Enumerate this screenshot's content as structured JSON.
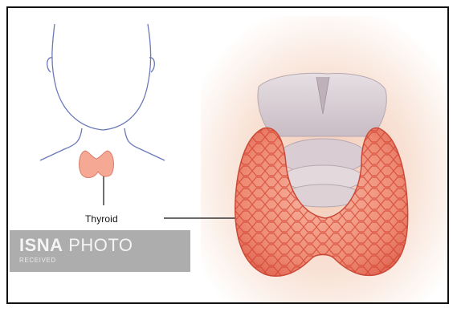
{
  "figure": {
    "label": "Thyroid",
    "colors": {
      "outline": "#6b79b8",
      "gland": "#f09a86",
      "gland_dark": "#d9463a",
      "cartilage": "#d8cfd4",
      "glow": "#f6d3bf"
    }
  },
  "watermark": {
    "brand_bold": "ISNA",
    "brand_light": "PHOTO",
    "subtitle": "RECEIVED"
  }
}
